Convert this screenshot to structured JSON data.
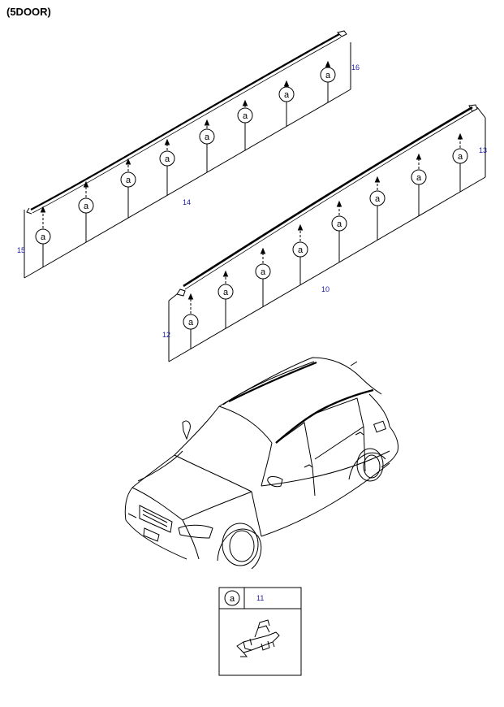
{
  "header": {
    "title": "(5DOOR)"
  },
  "callouts": {
    "p10": "10",
    "p11": "11",
    "p12": "12",
    "p13": "13",
    "p14": "14",
    "p15": "15",
    "p16": "16"
  },
  "clip_marker": "a",
  "colors": {
    "line": "#000000",
    "callout": "#1a1aa0",
    "background": "#ffffff"
  }
}
